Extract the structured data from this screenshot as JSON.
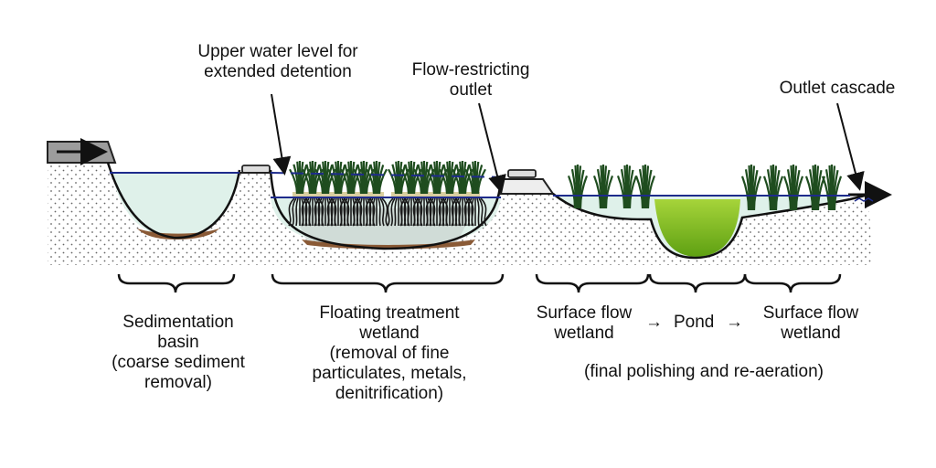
{
  "annotations": {
    "upper_water_level": [
      "Upper water level for",
      "extended detention"
    ],
    "flow_restricting": [
      "Flow-restricting",
      "outlet"
    ],
    "outlet_cascade": [
      "Outlet cascade"
    ]
  },
  "stages": {
    "sedimentation": [
      "Sedimentation",
      "basin",
      "(coarse sediment",
      "removal)"
    ],
    "floating": [
      "Floating treatment",
      "wetland",
      "(removal of fine",
      "particulates, metals,",
      "denitrification)"
    ],
    "surface_flow_1": [
      "Surface flow",
      "wetland"
    ],
    "pond": "Pond",
    "surface_flow_2": [
      "Surface flow",
      "wetland"
    ],
    "final_polishing": "(final polishing and re-aeration)",
    "arrow_1": "→",
    "arrow_2": "→"
  },
  "colors": {
    "water": "#dff1ea",
    "sediment": "#8a5a36",
    "pond_green": "#7cbf1e",
    "ground_dots": "#555555",
    "water_line": "#1e2b8c",
    "plants": "#1f4d1f",
    "roots": "#1a1a1a"
  }
}
